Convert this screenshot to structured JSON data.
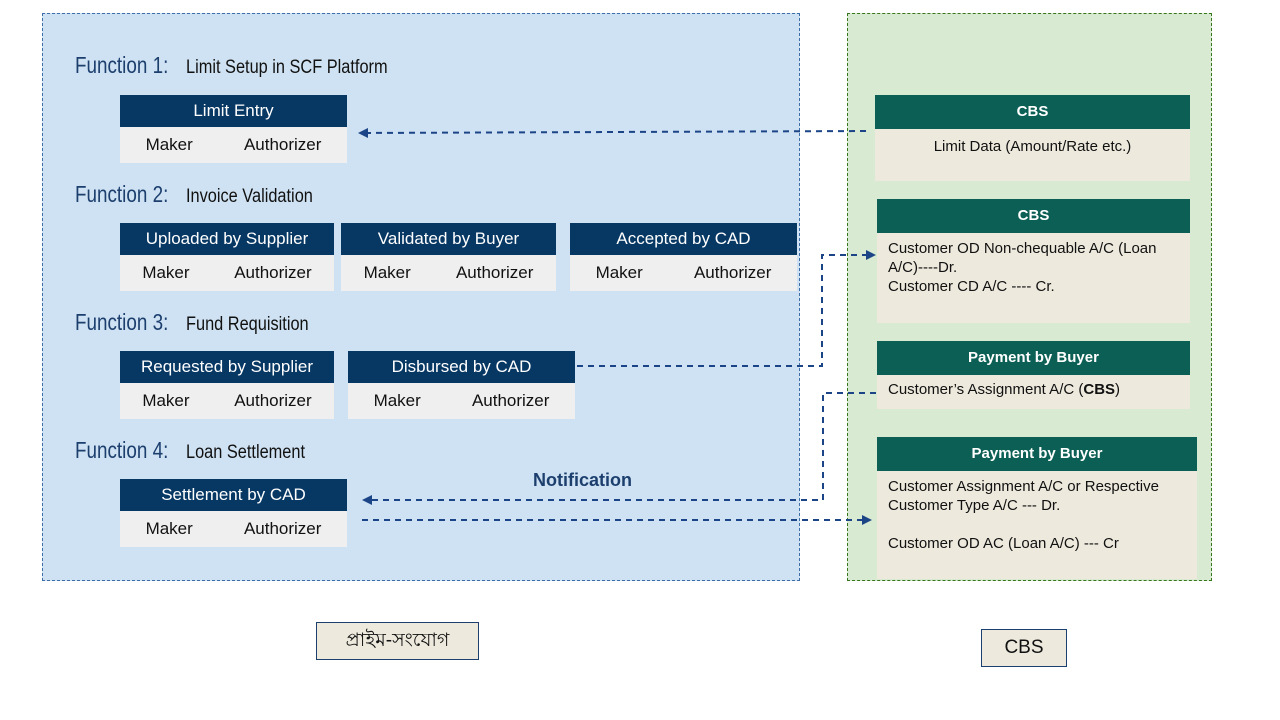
{
  "functions": [
    {
      "number": "Function 1:",
      "title": "Limit Setup in SCF Platform"
    },
    {
      "number": "Function 2:",
      "title": "Invoice Validation"
    },
    {
      "number": "Function 3:",
      "title": "Fund Requisition"
    },
    {
      "number": "Function 4:",
      "title": "Loan Settlement"
    }
  ],
  "roles": {
    "maker": "Maker",
    "authorizer": "Authorizer"
  },
  "boxes": {
    "limit_entry": "Limit Entry",
    "uploaded_by_supplier": "Uploaded by Supplier",
    "validated_by_buyer": "Validated by Buyer",
    "accepted_by_cad": "Accepted by CAD",
    "requested_by_supplier": "Requested by Supplier",
    "disbursed_by_cad": "Disbursed by CAD",
    "settlement_by_cad": "Settlement by CAD"
  },
  "cbs_boxes": [
    {
      "title": "CBS",
      "lines": [
        "Limit Data (Amount/Rate etc.)"
      ]
    },
    {
      "title": "CBS",
      "lines": [
        "Customer OD Non-chequable A/C (Loan A/C)----Dr.",
        "Customer CD A/C ---- Cr."
      ]
    },
    {
      "title": "Payment by Buyer",
      "line_prefix": "Customer’s Assignment A/C (",
      "line_bold": "CBS",
      "line_suffix": ")"
    },
    {
      "title": "Payment by Buyer",
      "lines": [
        "Customer Assignment A/C or Respective Customer Type A/C --- Dr.",
        "Customer OD AC (Loan A/C) --- Cr"
      ]
    }
  ],
  "notification_label": "Notification",
  "legend": {
    "left": "প্রাইম-সংযোগ",
    "right": "CBS"
  },
  "colors": {
    "left_panel": "#cfe2f3",
    "right_panel": "#d9ead3",
    "box_header": "#073763",
    "cbs_header": "#0b5f55",
    "arrow": "#1c4587"
  }
}
